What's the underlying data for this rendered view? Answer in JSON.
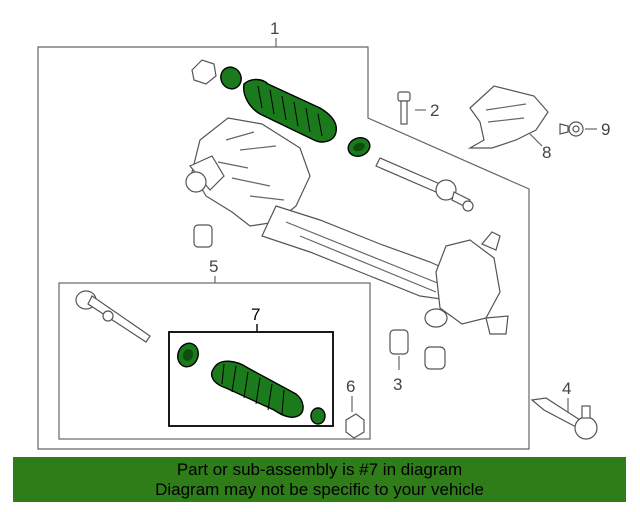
{
  "callouts": {
    "c1": "1",
    "c2": "2",
    "c3": "3",
    "c4": "4",
    "c5": "5",
    "c6": "6",
    "c7": "7",
    "c8": "8",
    "c9": "9"
  },
  "banner": {
    "line1": "Part or sub-assembly is #7 in diagram",
    "line2": "Diagram may not be specific to your vehicle"
  },
  "colors": {
    "highlight": "#1b7a1b",
    "banner": "#2e7d18"
  }
}
